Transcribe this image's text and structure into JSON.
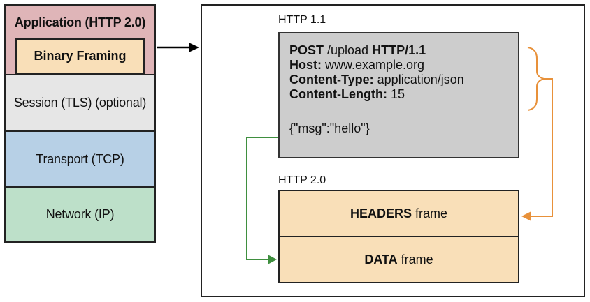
{
  "layers": {
    "application": "Application (HTTP 2.0)",
    "binary_framing": "Binary Framing",
    "session": "Session (TLS) (optional)",
    "transport": "Transport (TCP)",
    "network": "Network (IP)"
  },
  "http11": {
    "label": "HTTP 1.1",
    "request_line": {
      "method": "POST",
      "path": " /upload ",
      "version": "HTTP/1.1"
    },
    "headers": [
      {
        "name": "Host:",
        "value": " www.example.org"
      },
      {
        "name": "Content-Type:",
        "value": " application/json"
      },
      {
        "name": "Content-Length:",
        "value": " 15"
      }
    ],
    "body": "{\"msg\":\"hello\"}"
  },
  "http2": {
    "label": "HTTP 2.0",
    "headers_frame": {
      "name": "HEADERS",
      "suffix": "frame"
    },
    "data_frame": {
      "name": "DATA",
      "suffix": "frame"
    }
  },
  "colors": {
    "headers_arrow": "#e8913a",
    "data_arrow": "#3f8f3f"
  }
}
